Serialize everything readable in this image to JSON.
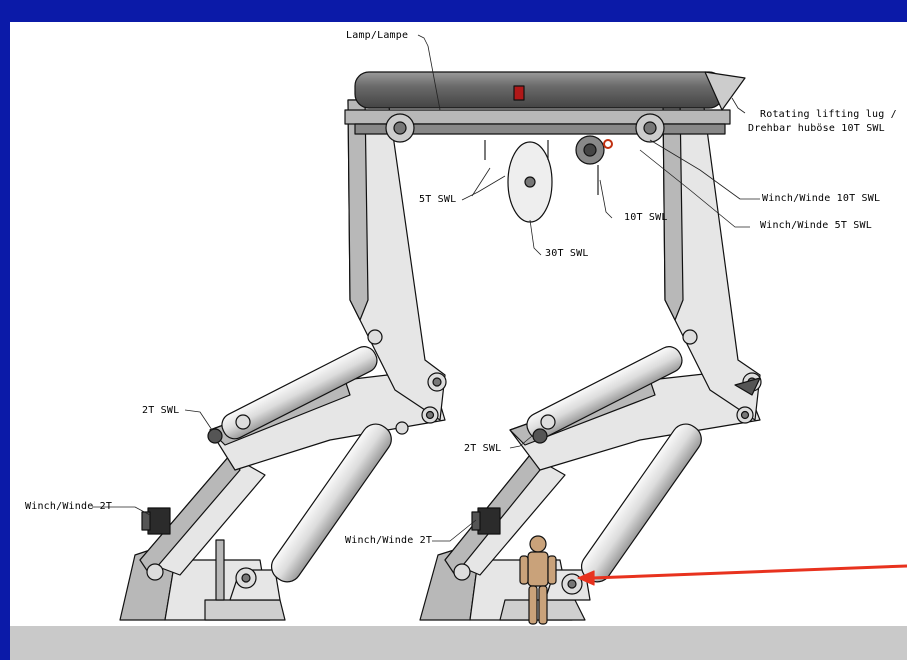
{
  "labels": {
    "lamp": "Lamp/Lampe",
    "lug_line1": "Rotating lifting lug /",
    "lug_line2": "Drehbar huböse 10T SWL",
    "swl5": "5T SWL",
    "swl10": "10T SWL",
    "swl30": "30T SWL",
    "winch10": "Winch/Winde 10T SWL",
    "winch5": "Winch/Winde 5T SWL",
    "swl2_left": "2T SWL",
    "swl2_right": "2T SWL",
    "winch2_left": "Winch/Winde 2T",
    "winch2_right": "Winch/Winde 2T"
  },
  "colors": {
    "background_border": "#0b1aa8",
    "drawing_bg": "#ffffff",
    "ground": "#c9c9c9",
    "steel_light": "#e6e6e6",
    "steel_mid": "#b8b8b8",
    "steel_dark": "#6e6e6e",
    "pointer_arrow": "#e8321e",
    "figure": "#c9a27a"
  }
}
